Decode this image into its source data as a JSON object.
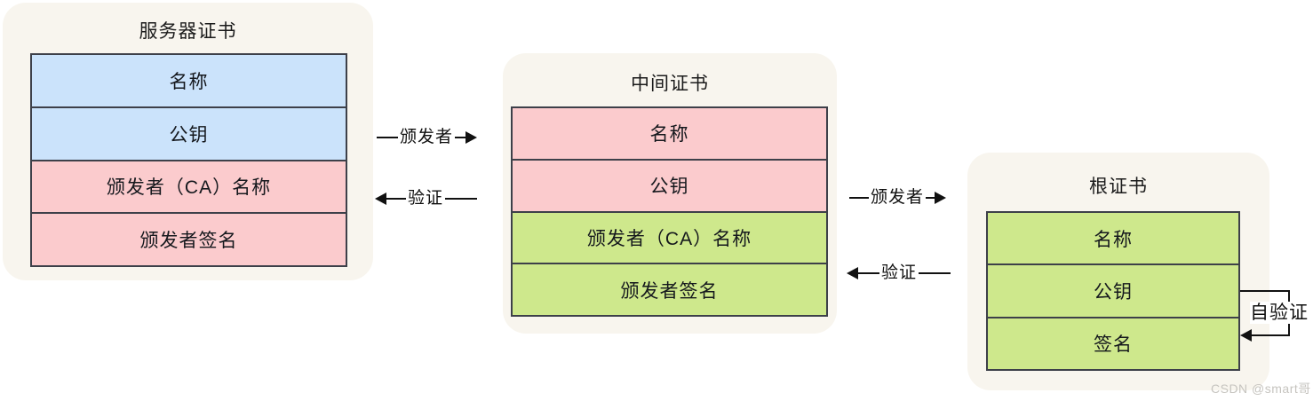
{
  "diagram": {
    "title_server": "服务器证书",
    "title_intermediate": "中间证书",
    "title_root": "根证书",
    "cards": [
      {
        "id": "server-certificate",
        "title": "服务器证书",
        "rows": [
          {
            "label": "名称",
            "fill": "#cbe3fb"
          },
          {
            "label": "公钥",
            "fill": "#cbe3fb"
          },
          {
            "label": "颁发者（CA）名称",
            "fill": "#fbcbcd"
          },
          {
            "label": "颁发者签名",
            "fill": "#fbcbcd"
          }
        ]
      },
      {
        "id": "intermediate-certificate",
        "title": "中间证书",
        "rows": [
          {
            "label": "名称",
            "fill": "#fbcbcd"
          },
          {
            "label": "公钥",
            "fill": "#fbcbcd"
          },
          {
            "label": "颁发者（CA）名称",
            "fill": "#cee88c"
          },
          {
            "label": "颁发者签名",
            "fill": "#cee88c"
          }
        ]
      },
      {
        "id": "root-certificate",
        "title": "根证书",
        "rows": [
          {
            "label": "名称",
            "fill": "#cee88c"
          },
          {
            "label": "公钥",
            "fill": "#cee88c"
          },
          {
            "label": "签名",
            "fill": "#cee88c"
          }
        ]
      }
    ],
    "connectors": [
      {
        "id": "server-to-intermediate-issuer",
        "label": "颁发者",
        "direction": "right"
      },
      {
        "id": "intermediate-to-server-verify",
        "label": "验证",
        "direction": "left"
      },
      {
        "id": "intermediate-to-root-issuer",
        "label": "颁发者",
        "direction": "right"
      },
      {
        "id": "root-to-intermediate-verify",
        "label": "验证",
        "direction": "left"
      }
    ],
    "self_loop": {
      "id": "root-self-validation",
      "label": "自验证"
    },
    "watermark": "CSDN @smart哥",
    "colors": {
      "card_background": "#f8f5ee",
      "border": "#3d4049",
      "blue": "#cbe3fb",
      "pink": "#fbcbcd",
      "green": "#cee88c",
      "line": "#111111",
      "watermark": "#c6c4bf"
    }
  }
}
